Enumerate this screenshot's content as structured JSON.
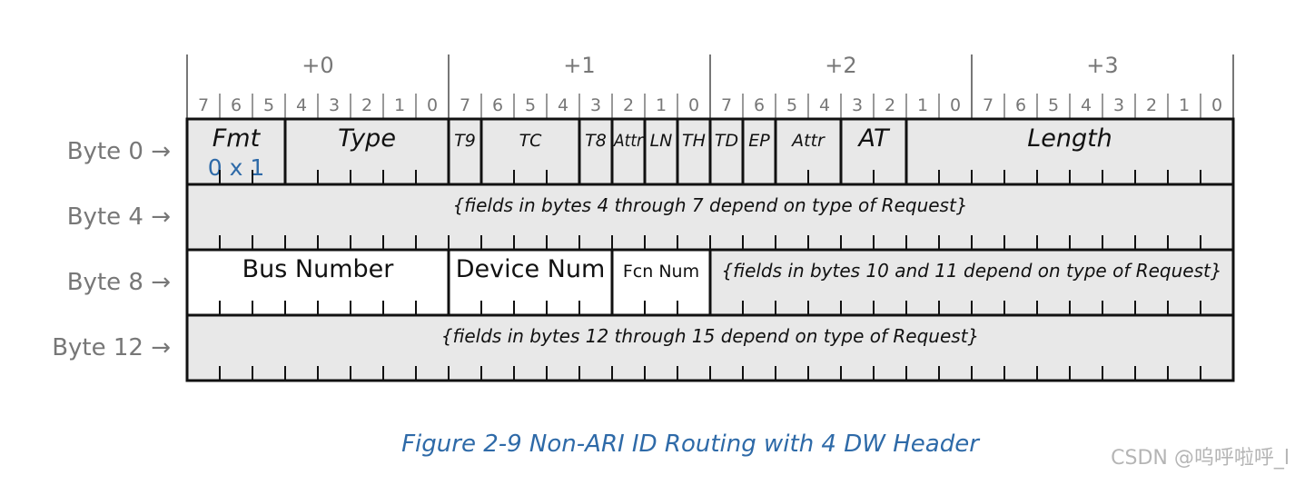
{
  "byte_offsets": [
    "+0",
    "+1",
    "+2",
    "+3"
  ],
  "bit_labels": [
    "7",
    "6",
    "5",
    "4",
    "3",
    "2",
    "1",
    "0"
  ],
  "row_labels": [
    "Byte 0 →",
    "Byte 4 →",
    "Byte 8 →",
    "Byte 12 →"
  ],
  "rows": [
    {
      "fields": [
        {
          "label": "Fmt",
          "sub": "0 x 1",
          "bits": 3,
          "style": "italic-large",
          "shaded": true
        },
        {
          "label": "Type",
          "bits": 5,
          "style": "italic-large",
          "shaded": true
        },
        {
          "label": "T9",
          "bits": 1,
          "style": "italic-small",
          "shaded": true
        },
        {
          "label": "TC",
          "bits": 3,
          "style": "italic-small",
          "shaded": true
        },
        {
          "label": "T8",
          "bits": 1,
          "style": "italic-small",
          "shaded": true
        },
        {
          "label": "Attr",
          "bits": 1,
          "style": "italic-small",
          "shaded": true
        },
        {
          "label": "LN",
          "bits": 1,
          "style": "italic-small",
          "shaded": true
        },
        {
          "label": "TH",
          "bits": 1,
          "style": "italic-small",
          "shaded": true
        },
        {
          "label": "TD",
          "bits": 1,
          "style": "italic-small",
          "shaded": true
        },
        {
          "label": "EP",
          "bits": 1,
          "style": "italic-small",
          "shaded": true
        },
        {
          "label": "Attr",
          "bits": 2,
          "style": "italic-small",
          "shaded": true
        },
        {
          "label": "AT",
          "bits": 2,
          "style": "italic-large",
          "shaded": true
        },
        {
          "label": "Length",
          "bits": 10,
          "style": "italic-large",
          "shaded": true
        }
      ]
    },
    {
      "fields": [
        {
          "label": "{fields in bytes 4 through 7 depend on type of Request}",
          "bits": 32,
          "style": "italic-medium",
          "shaded": true
        }
      ]
    },
    {
      "fields": [
        {
          "label": "Bus Number",
          "bits": 8,
          "style": "normal-large",
          "shaded": false
        },
        {
          "label": "Device Num",
          "bits": 5,
          "style": "normal-large",
          "shaded": false
        },
        {
          "label": "Fcn Num",
          "bits": 3,
          "style": "normal-small",
          "shaded": false
        },
        {
          "label": "{fields in bytes 10 and 11 depend on type of Request}",
          "bits": 16,
          "style": "italic-medium",
          "shaded": true
        }
      ]
    },
    {
      "fields": [
        {
          "label": "{fields in bytes 12 through 15 depend on type of Request}",
          "bits": 32,
          "style": "italic-medium",
          "shaded": true
        }
      ]
    }
  ],
  "caption": "Figure  2-9  Non-ARI ID Routing with 4 DW Header",
  "watermark": "CSDN @呜呼啦呼_l",
  "colors": {
    "shade": "#e8e8e8",
    "grid": "#111111",
    "header_text": "#777777",
    "sub_text": "#2e6aa8",
    "caption": "#2e6aa8"
  }
}
